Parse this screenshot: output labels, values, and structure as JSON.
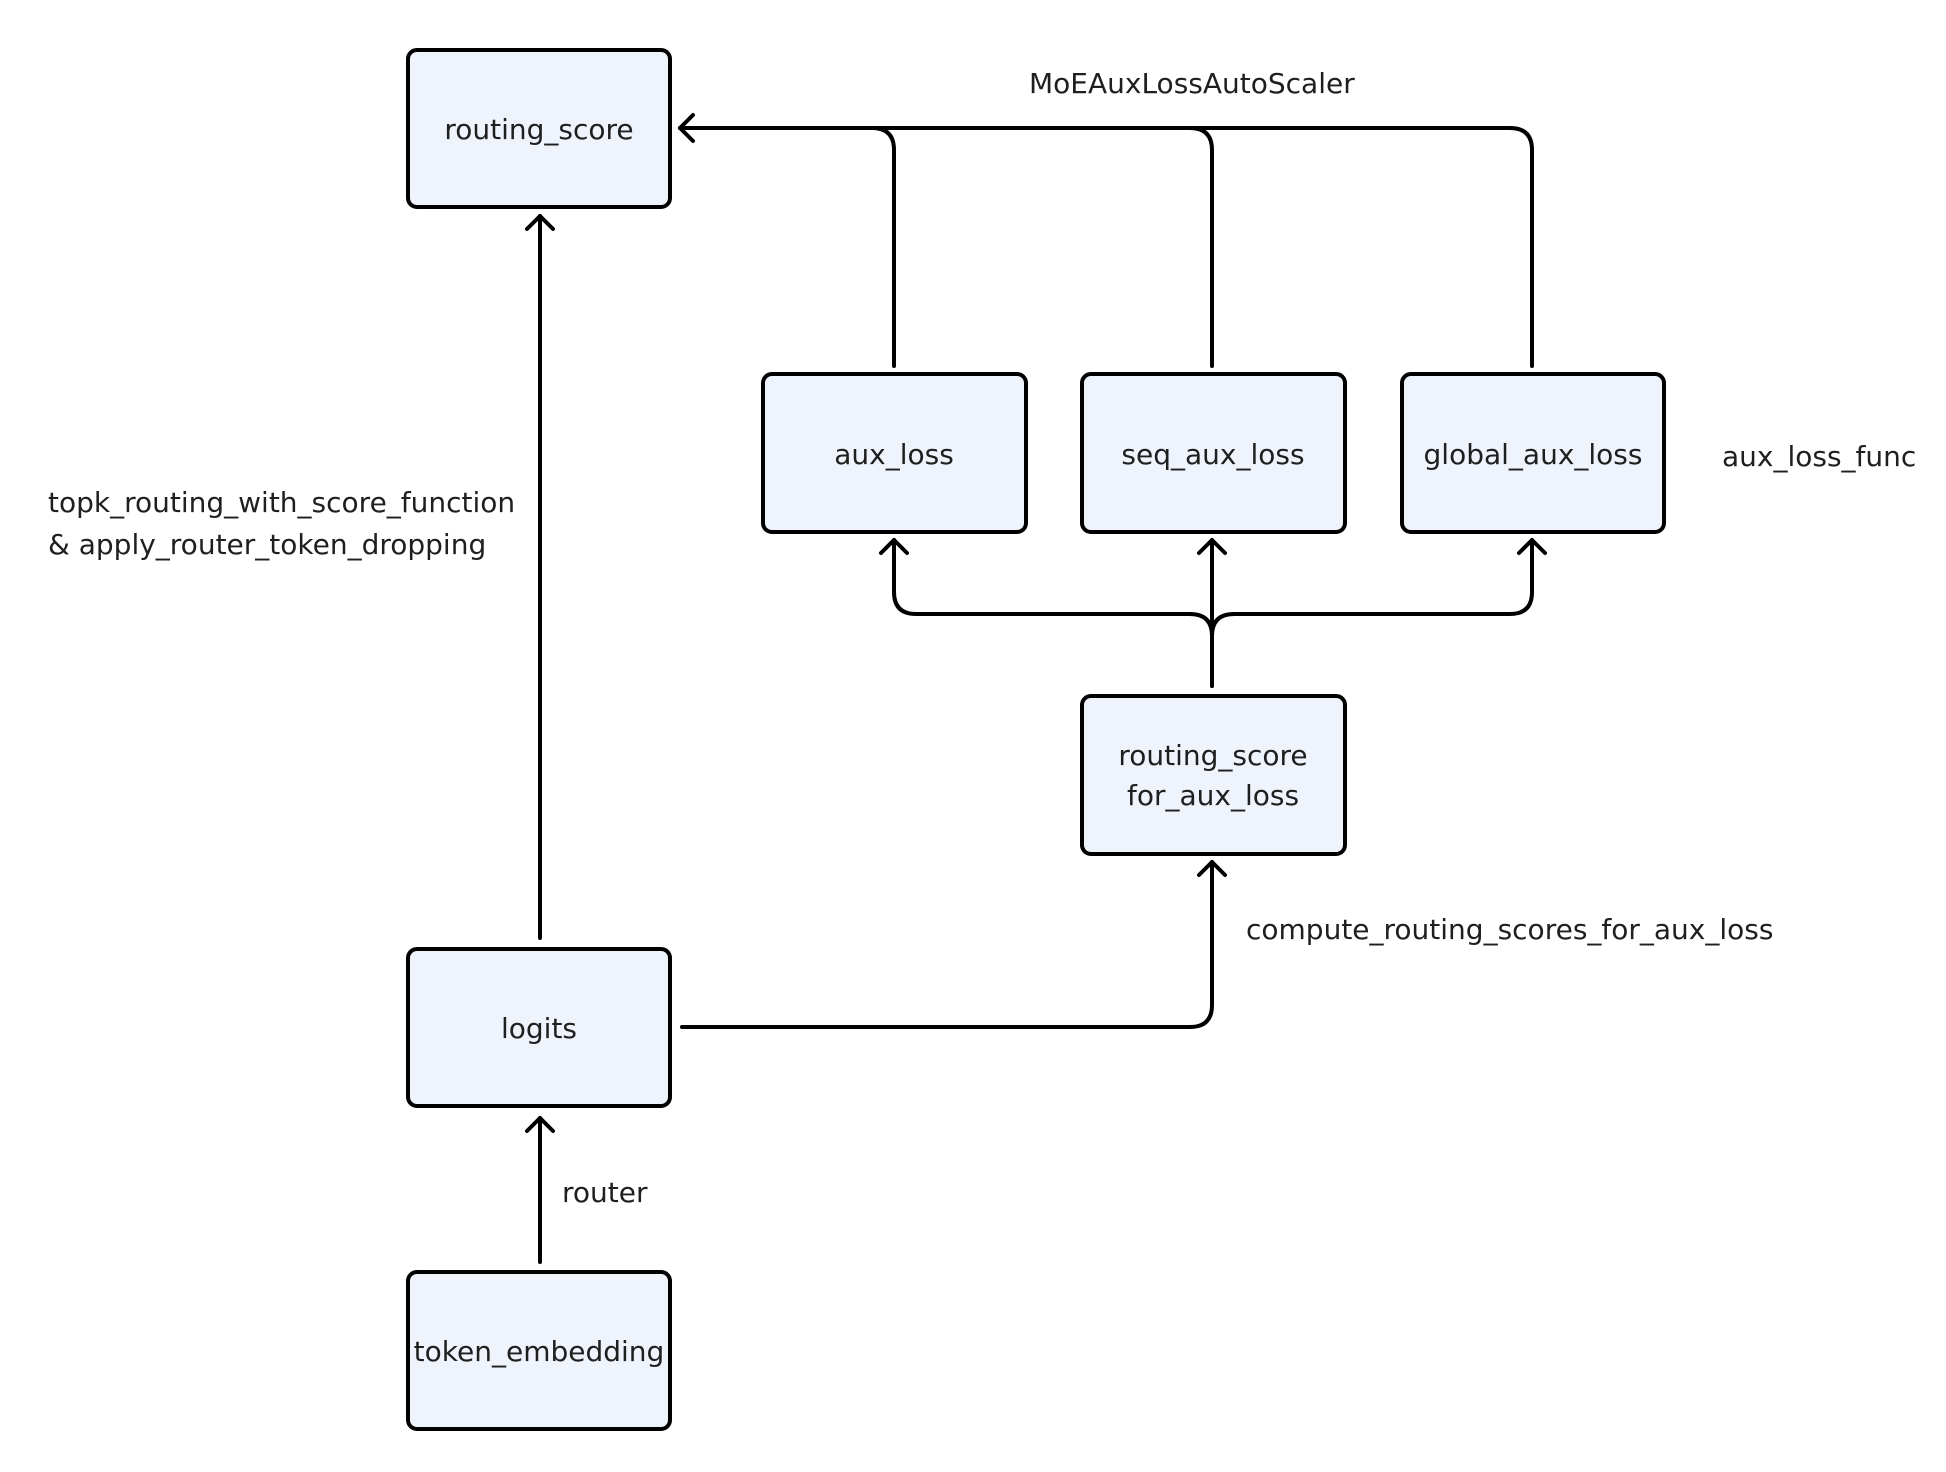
{
  "nodes": {
    "routing_score": "routing_score",
    "aux_loss": "aux_loss",
    "seq_aux_loss": "seq_aux_loss",
    "global_aux_loss": "global_aux_loss",
    "routing_score_for_aux_loss_line1": "routing_score",
    "routing_score_for_aux_loss_line2": "for_aux_loss",
    "logits": "logits",
    "token_embedding": "token_embedding"
  },
  "labels": {
    "auto_scaler": "MoEAuxLossAutoScaler",
    "aux_loss_func": "aux_loss_func",
    "topk_line1": "topk_routing_with_score_function",
    "topk_line2": "& apply_router_token_dropping",
    "compute_scores": "compute_routing_scores_for_aux_loss",
    "router": "router"
  }
}
